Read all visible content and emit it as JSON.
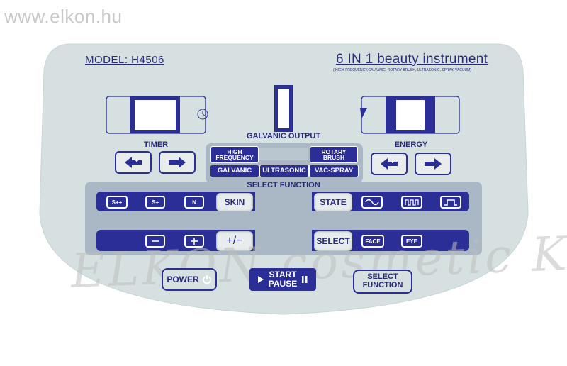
{
  "watermark_top": "www.elkon.hu",
  "watermark_bottom": "ELKON cosmetic Kft.",
  "header": {
    "model": "MODEL: H4506",
    "title": "6 IN 1 beauty instrument",
    "subtitle": "( HIGH-FREQUENCY,GALVANIC, ROTARY BRUSH, ULTRASONIC, SPRAY, VACUUM)"
  },
  "labels": {
    "galvanic_output": "GALVANIC OUTPUT",
    "timer": "TIMER",
    "energy": "ENERGY",
    "select_function": "SELECT FUNCTION"
  },
  "functions": {
    "high_frequency": "HIGH FREQUENCY",
    "rotary_brush": "ROTARY BRUSH",
    "galvanic": "GALVANIC",
    "ultrasonic": "ULTRASONIC",
    "vac_spray": "VAC-SPRAY"
  },
  "row1": {
    "s_plus_plus": "S++",
    "s_plus": "S+",
    "n": "N",
    "skin": "SKIN",
    "state": "STATE"
  },
  "row2": {
    "plus_minus": "+/−",
    "select": "SELECT",
    "face": "FACE",
    "eye": "EYE"
  },
  "bottom": {
    "power": "POWER",
    "start": "START",
    "pause": "PAUSE",
    "select_function": "SELECT FUNCTION"
  },
  "colors": {
    "panel": "#d6e0e0",
    "accent": "#2b2e96",
    "text": "#2a2a78"
  }
}
